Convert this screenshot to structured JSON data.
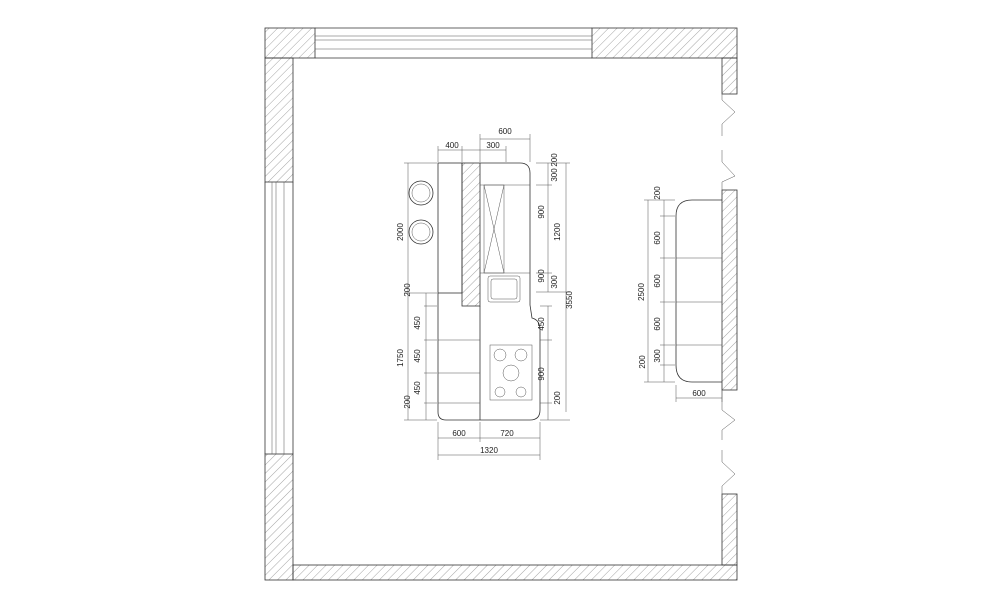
{
  "left_island": {
    "top_labels": [
      "400",
      "600",
      "300"
    ],
    "right_labels": [
      "200",
      "300",
      "900",
      "1200",
      "900",
      "300",
      "3550"
    ],
    "left_labels": [
      "2000",
      "200",
      "450",
      "450",
      "450",
      "1750",
      "200"
    ],
    "lower_right_labels": [
      "450",
      "900",
      "200"
    ],
    "bottom_labels": [
      "600",
      "720",
      "1320"
    ]
  },
  "right_bench": {
    "left_labels": [
      "200",
      "600",
      "600",
      "600",
      "300",
      "200",
      "2500"
    ],
    "bottom_labels": [
      "600"
    ]
  }
}
